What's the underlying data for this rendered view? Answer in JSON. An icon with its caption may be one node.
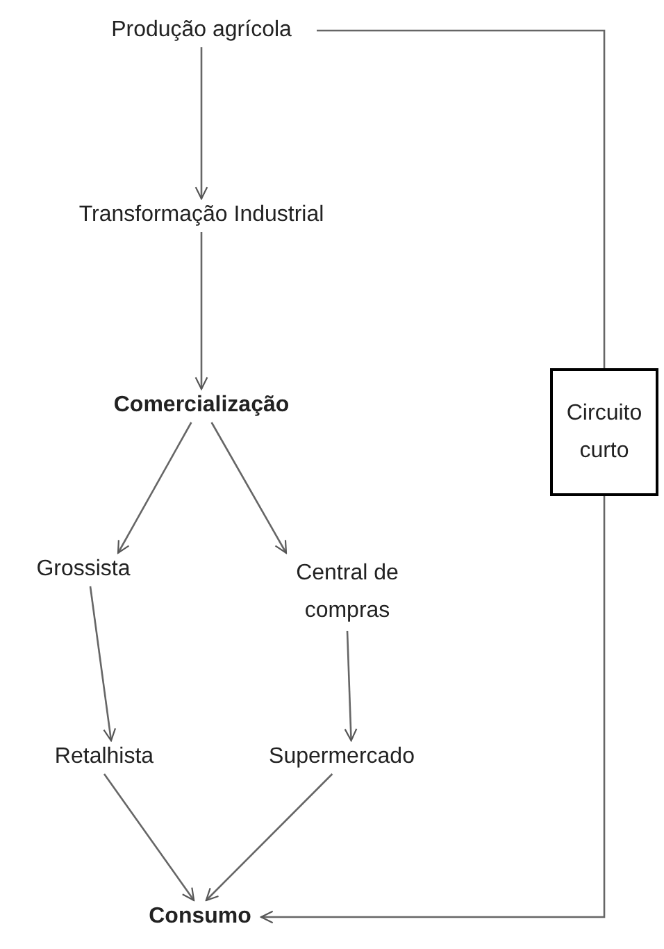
{
  "diagram": {
    "nodes": [
      {
        "text": [
          "Produção agrícola"
        ]
      },
      {
        "text": [
          "Transformação Industrial"
        ]
      },
      {
        "text": [
          "Comercialização"
        ]
      },
      {
        "text": [
          "Grossista"
        ]
      },
      {
        "text": [
          "Central de compras"
        ]
      },
      {
        "text": [
          "Retalhista"
        ]
      },
      {
        "text": [
          "Supermercado"
        ]
      },
      {
        "text": [
          "Consumo"
        ]
      },
      {
        "text": [
          "Circuito curto"
        ]
      }
    ],
    "edges": [
      {
        "from": 0,
        "to": 1,
        "arrow": "to"
      },
      {
        "from": 1,
        "to": 2,
        "arrow": "to"
      },
      {
        "from": 2,
        "to": 3,
        "arrow": "to"
      },
      {
        "from": 2,
        "to": 4,
        "arrow": "to"
      },
      {
        "from": 3,
        "to": 5,
        "arrow": "to"
      },
      {
        "from": 4,
        "to": 6,
        "arrow": "to"
      },
      {
        "from": 5,
        "to": 7,
        "arrow": "to"
      },
      {
        "from": 6,
        "to": 7,
        "arrow": "to"
      },
      {
        "from": 0,
        "to": 8,
        "arrow": "none"
      },
      {
        "from": 8,
        "to": 7,
        "arrow": "to"
      }
    ]
  }
}
